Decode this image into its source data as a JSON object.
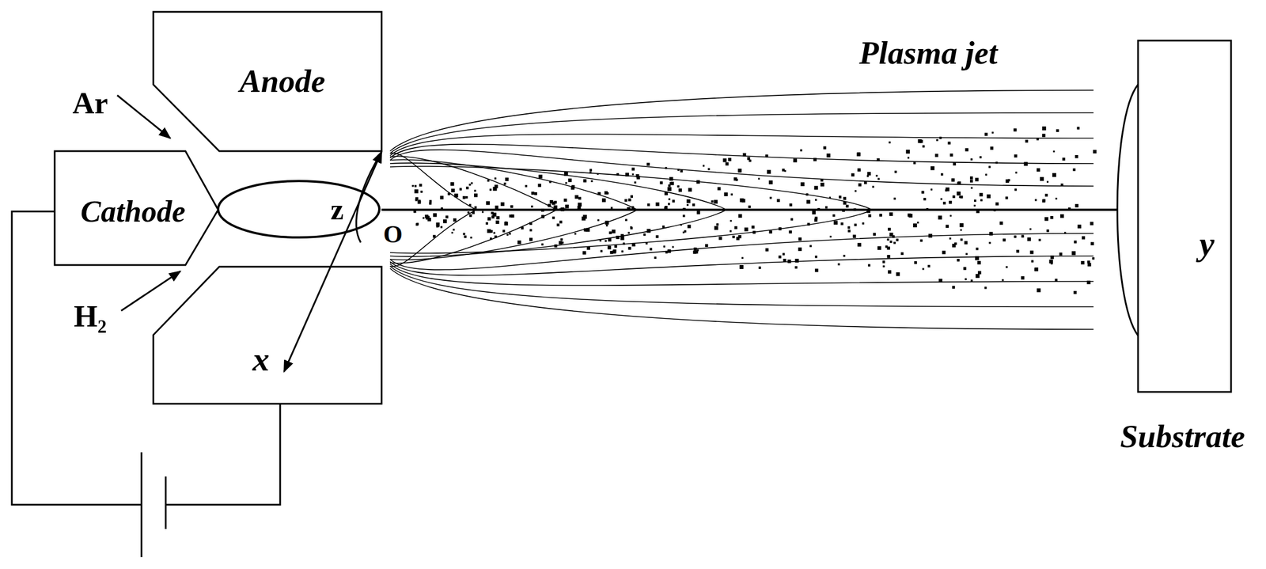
{
  "diagram": {
    "nodes": [
      {
        "text": [
          "Anode"
        ]
      },
      {
        "text": [
          "Cathode"
        ]
      },
      {
        "text": [
          "Substrate"
        ]
      }
    ],
    "labels": [
      "Ar",
      "H₂",
      "z",
      "O",
      "x",
      "Plasma jet",
      "y"
    ]
  }
}
